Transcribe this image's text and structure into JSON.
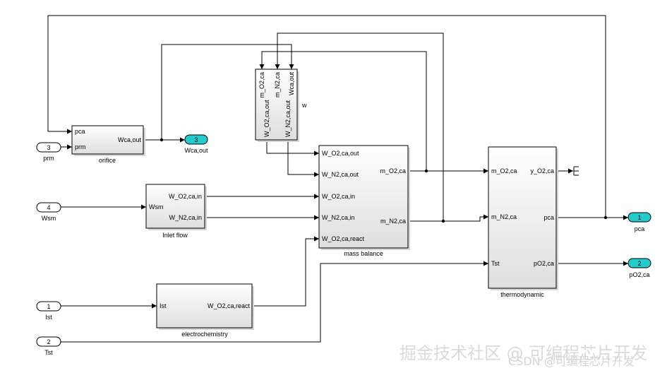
{
  "blocks": {
    "orifice": {
      "name": "orifice",
      "in1": "pca",
      "in2": "prm",
      "out1": "Wca,out"
    },
    "inlet": {
      "name": "Inlet flow",
      "in1": "Wsm",
      "out1": "W_O2,ca,in",
      "out2": "W_N2,ca,in"
    },
    "mass": {
      "name": "mass balance",
      "in1": "W_O2,ca,out",
      "in2": "W_N2,ca,out",
      "in3": "W_O2,ca,in",
      "in4": "W_N2,ca,in",
      "in5": "W_O2,ca,react",
      "out1": "m_O2,ca",
      "out2": "m_N2,ca"
    },
    "w": {
      "name": "w",
      "in1": "m_O2,ca",
      "in2": "m_N2,ca",
      "in3": "Wca,out",
      "out1": "W_O2,ca,out",
      "out2": "W_N2,ca,out"
    },
    "thermo": {
      "name": "thermodynamic",
      "in1": "m_O2,ca",
      "in2": "m_N2,ca",
      "in3": "Tst",
      "out1": "y_O2,ca",
      "out2": "pca",
      "out3": "pO2,ca"
    },
    "electro": {
      "name": "electrochemistry",
      "in1": "Ist",
      "out1": "W_O2,ca,react"
    }
  },
  "inports": [
    {
      "num": "3",
      "name": "prm"
    },
    {
      "num": "4",
      "name": "Wsm"
    },
    {
      "num": "1",
      "name": "Ist"
    },
    {
      "num": "2",
      "name": "Tst"
    }
  ],
  "outports": [
    {
      "num": "3",
      "name": "Wca,out"
    },
    {
      "num": "1",
      "name": "pca"
    },
    {
      "num": "2",
      "name": "pO2,ca"
    }
  ],
  "watermark": {
    "line1": "掘金技术社区 @ 可编程芯片开发",
    "line2": "CSDN @可编程芯片开发"
  }
}
